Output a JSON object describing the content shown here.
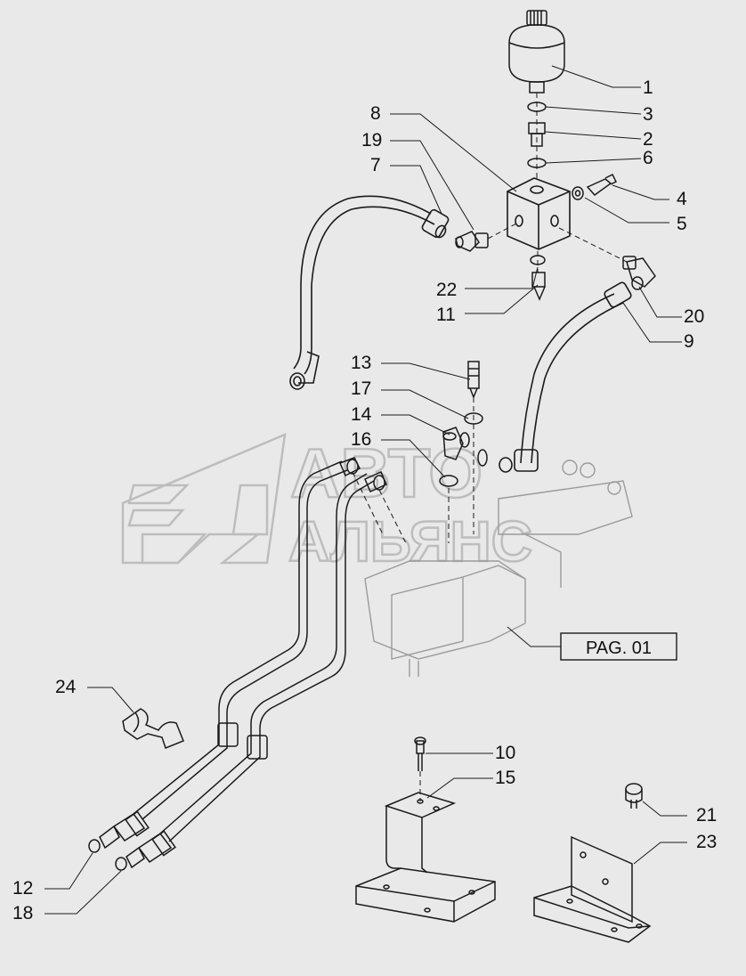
{
  "watermark": {
    "line1": "АВТО",
    "line2": "АЛЬЯНС"
  },
  "reference_box": {
    "label": "PAG. 01"
  },
  "part_labels": [
    "1",
    "3",
    "2",
    "6",
    "4",
    "5",
    "8",
    "19",
    "7",
    "22",
    "11",
    "20",
    "9",
    "13",
    "17",
    "14",
    "16",
    "24",
    "10",
    "15",
    "21",
    "23",
    "12",
    "18"
  ],
  "colors": {
    "background": "#e9e9e9",
    "line": "#1a1a1a",
    "watermark": "#bdbdbd"
  }
}
